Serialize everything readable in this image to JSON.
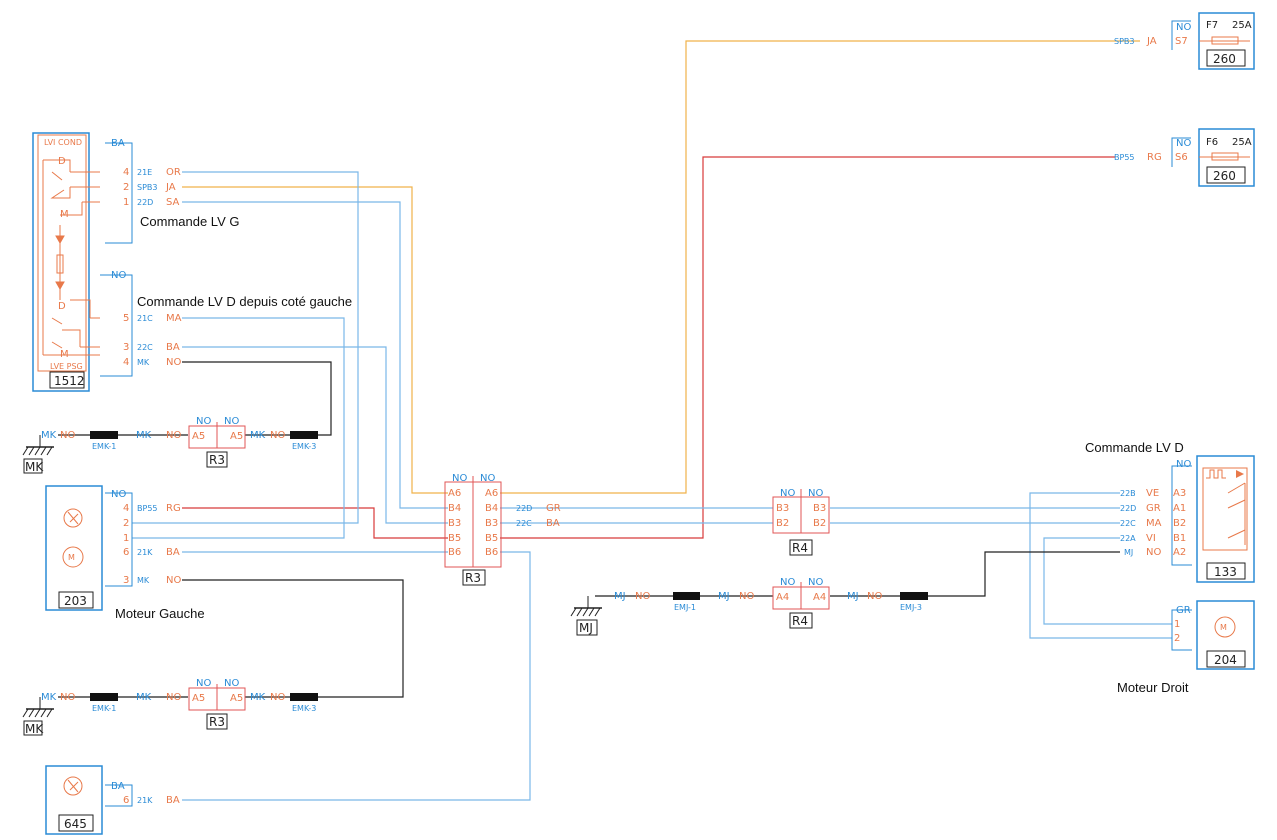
{
  "colors": {
    "box_blue": "#2a8bd6",
    "orange": "#e8794a",
    "wire_blue": "#7ab8e8",
    "wire_orange": "#f0b24a",
    "wire_red": "#d83a3a",
    "wire_black": "#222222",
    "connector_red": "#e05555"
  },
  "captions": {
    "commande_lv_g": "Commande LV G",
    "commande_lv_d_gauche": "Commande LV D depuis coté gauche",
    "moteur_gauche": "Moteur Gauche",
    "commande_lv_d": "Commande LV D",
    "moteur_droit": "Moteur Droit"
  },
  "components": {
    "c1512": {
      "id": "1512",
      "header": "BA",
      "header2": "NO",
      "top_label": "LVI COND",
      "bottom_label": "LVE PSG",
      "pins1": [
        {
          "pin": "4",
          "wire": "21E",
          "color": "OR"
        },
        {
          "pin": "2",
          "wire": "SPB3",
          "color": "JA"
        },
        {
          "pin": "1",
          "wire": "22D",
          "color": "SA"
        }
      ],
      "pins2": [
        {
          "pin": "5",
          "wire": "21C",
          "color": "MA"
        },
        {
          "pin": "3",
          "wire": "22C",
          "color": "BA"
        },
        {
          "pin": "4",
          "wire": "MK",
          "color": "NO"
        }
      ],
      "sym_d": "D",
      "sym_m": "M"
    },
    "c203": {
      "id": "203",
      "header": "NO",
      "pins": [
        {
          "pin": "4",
          "wire": "BP55",
          "color": "RG"
        },
        {
          "pin": "2",
          "wire": "",
          "color": ""
        },
        {
          "pin": "1",
          "wire": "",
          "color": ""
        },
        {
          "pin": "6",
          "wire": "21K",
          "color": "BA"
        },
        {
          "pin": "3",
          "wire": "MK",
          "color": "NO"
        }
      ]
    },
    "c645": {
      "id": "645",
      "header": "BA",
      "pins": [
        {
          "pin": "6",
          "wire": "21K",
          "color": "BA"
        }
      ]
    },
    "c133": {
      "id": "133",
      "header": "NO",
      "pins": [
        {
          "pin": "A3",
          "wire": "22B",
          "color": "VE"
        },
        {
          "pin": "A1",
          "wire": "22D",
          "color": "GR"
        },
        {
          "pin": "B2",
          "wire": "22C",
          "color": "MA"
        },
        {
          "pin": "B1",
          "wire": "22A",
          "color": "VI"
        },
        {
          "pin": "A2",
          "wire": "MJ",
          "color": "NO"
        }
      ]
    },
    "c204": {
      "id": "204",
      "header": "GR",
      "pins": [
        "1",
        "2"
      ]
    },
    "f7": {
      "id": "260",
      "fuse": "F7",
      "amps": "25A",
      "no": "NO",
      "pin": "S7",
      "wire": "SPB3",
      "color": "JA"
    },
    "f6": {
      "id": "260",
      "fuse": "F6",
      "amps": "25A",
      "no": "NO",
      "pin": "S6",
      "wire": "BP55",
      "color": "RG"
    }
  },
  "connectors": {
    "r3_main": {
      "id": "R3",
      "no_left": "NO",
      "no_right": "NO",
      "left": [
        "A6",
        "B4",
        "B3",
        "B5",
        "B6"
      ],
      "right": [
        "A6",
        "B4",
        "B3",
        "B5",
        "B6"
      ],
      "out": [
        {
          "wire": "22D",
          "color": "GR"
        },
        {
          "wire": "22C",
          "color": "BA"
        }
      ]
    },
    "r4_main": {
      "id": "R4",
      "no_left": "NO",
      "no_right": "NO",
      "left": [
        "B3",
        "B2"
      ],
      "right": [
        "B3",
        "B2"
      ]
    },
    "r3_top": {
      "id": "R3",
      "no_left": "NO",
      "no_right": "NO",
      "left": "A5",
      "right": "A5"
    },
    "r3_bot": {
      "id": "R3",
      "no_left": "NO",
      "no_right": "NO",
      "left": "A5",
      "right": "A5"
    },
    "r4_gnd": {
      "id": "R4",
      "no_left": "NO",
      "no_right": "NO",
      "left": "A4",
      "right": "A4"
    }
  },
  "grounds": {
    "mk_top": {
      "id": "MK",
      "wire": "MK",
      "color": "NO",
      "splice1": "EMK-1",
      "splice3": "EMK-3"
    },
    "mk_bot": {
      "id": "MK",
      "wire": "MK",
      "color": "NO",
      "splice1": "EMK-1",
      "splice3": "EMK-3"
    },
    "mj": {
      "id": "MJ",
      "wire": "MJ",
      "color": "NO",
      "splice1": "EMJ-1",
      "splice3": "EMJ-3"
    }
  }
}
